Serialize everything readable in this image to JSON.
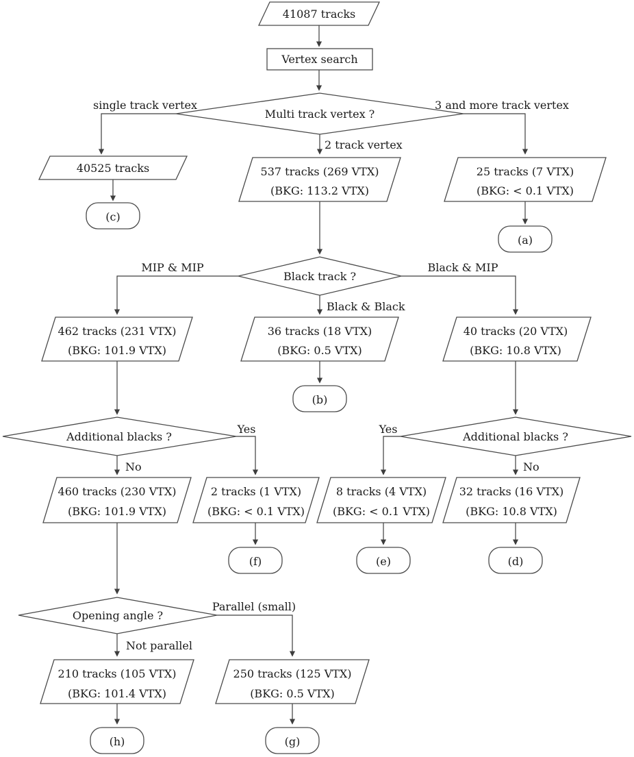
{
  "page": {
    "background": "#ffffff"
  },
  "colors": {
    "line": "#3d3d3d",
    "shape_border": "#4a4a4a",
    "text": "#1a1a1a"
  },
  "nodes": {
    "start": "41087 tracks",
    "vertex_search": "Vertex search",
    "multi_track_vertex": "Multi track vertex ?",
    "black_track": "Black track ?",
    "additional_blacks_left": "Additional blacks ?",
    "additional_blacks_right": "Additional blacks ?",
    "opening_angle": "Opening angle ?",
    "tracks_40525": "40525 tracks",
    "tracks_537": {
      "line1": "537 tracks (269 VTX)",
      "line2": "(BKG: 113.2 VTX)"
    },
    "tracks_25": {
      "line1": "25 tracks (7 VTX)",
      "line2": "(BKG: < 0.1 VTX)"
    },
    "tracks_462": {
      "line1": "462 tracks (231 VTX)",
      "line2": "(BKG: 101.9 VTX)"
    },
    "tracks_36": {
      "line1": "36 tracks (18 VTX)",
      "line2": "(BKG: 0.5 VTX)"
    },
    "tracks_40": {
      "line1": "40 tracks (20 VTX)",
      "line2": "(BKG: 10.8 VTX)"
    },
    "tracks_460": {
      "line1": "460 tracks (230 VTX)",
      "line2": "(BKG: 101.9 VTX)"
    },
    "tracks_2": {
      "line1": "2 tracks (1 VTX)",
      "line2": "(BKG: < 0.1 VTX)"
    },
    "tracks_8": {
      "line1": "8 tracks (4 VTX)",
      "line2": "(BKG: < 0.1 VTX)"
    },
    "tracks_32": {
      "line1": "32 tracks (16 VTX)",
      "line2": "(BKG: 10.8 VTX)"
    },
    "tracks_210": {
      "line1": "210 tracks (105 VTX)",
      "line2": "(BKG: 101.4 VTX)"
    },
    "tracks_250": {
      "line1": "250 tracks (125 VTX)",
      "line2": "(BKG: 0.5 VTX)"
    }
  },
  "terminals": {
    "a": "(a)",
    "b": "(b)",
    "c": "(c)",
    "d": "(d)",
    "e": "(e)",
    "f": "(f)",
    "g": "(g)",
    "h": "(h)"
  },
  "edge_labels": {
    "single_track_vertex": "single track vertex",
    "three_and_more_track_vertex": "3 and more track vertex",
    "two_track_vertex": "2 track vertex",
    "mip_and_mip": "MIP & MIP",
    "black_and_mip": "Black & MIP",
    "black_and_black": "Black & Black",
    "yes_left": "Yes",
    "no_left": "No",
    "yes_right": "Yes",
    "no_right": "No",
    "parallel_small": "Parallel (small)",
    "not_parallel": "Not parallel"
  }
}
